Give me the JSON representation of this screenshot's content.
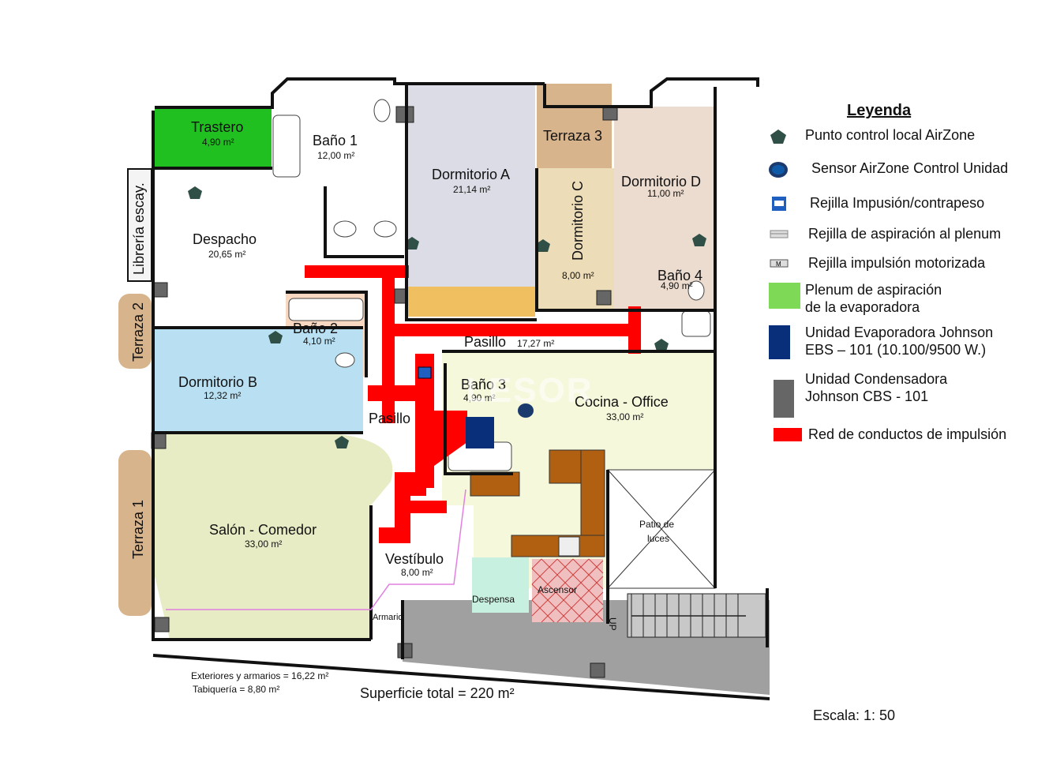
{
  "legend": {
    "title": "Leyenda",
    "items": [
      {
        "label": "Punto control local AirZone",
        "symbol": "pentagon-icon",
        "color": "#2f4f47"
      },
      {
        "label": "Sensor AirZone Control Unidad",
        "symbol": "sensor-icon",
        "color": "#1a3a6e"
      },
      {
        "label": "Rejilla Impusión/contrapeso",
        "symbol": "grille-impulsion-icon",
        "color": "#1f5fbf"
      },
      {
        "label": "Rejilla de aspiración al plenum",
        "symbol": "grille-aspiration-icon",
        "color": "#999999"
      },
      {
        "label": "Rejilla impulsión motorizada",
        "symbol": "grille-motor-icon",
        "color": "#666666"
      },
      {
        "label": "Plenum de aspiración\nde la evaporadora",
        "symbol": "green-swatch",
        "color": "#7ed957"
      },
      {
        "label": "Unidad Evaporadora Johnson\nEBS – 101 (10.100/9500 W.)",
        "symbol": "navy-swatch",
        "color": "#0a2f7a"
      },
      {
        "label": "Unidad Condensadora\nJohnson CBS - 101",
        "symbol": "grey-swatch",
        "color": "#666666"
      },
      {
        "label": "Red de conductos de impulsión",
        "symbol": "red-swatch",
        "color": "#ff0000"
      }
    ]
  },
  "rooms": {
    "trastero": {
      "name": "Trastero",
      "area": "4,90 m²"
    },
    "bano1": {
      "name": "Baño 1",
      "area": "12,00 m²"
    },
    "dormA": {
      "name": "Dormitorio A",
      "area": "21,14 m²"
    },
    "terraza3": {
      "name": "Terraza 3"
    },
    "dormD": {
      "name": "Dormitorio D",
      "area": "11,00 m²"
    },
    "dormC": {
      "name": "Dormitorio C",
      "area": "8,00 m²"
    },
    "libreria": {
      "name": "Librería escay."
    },
    "despacho": {
      "name": "Despacho",
      "area": "20,65 m²"
    },
    "bano4": {
      "name": "Baño 4",
      "area": "4,90 m²"
    },
    "terraza2": {
      "name": "Terraza 2"
    },
    "bano2": {
      "name": "Baño 2",
      "area": "4,10 m²"
    },
    "pasillo1": {
      "name": "Pasillo",
      "area": "17,27 m²"
    },
    "dormB": {
      "name": "Dormitorio B",
      "area": "12,32 m²"
    },
    "bano3": {
      "name": "Baño 3",
      "area": "4,90 m²"
    },
    "cocina": {
      "name": "Cocina - Office",
      "area": "33,00 m²"
    },
    "pasillo2": {
      "name": "Pasillo"
    },
    "terraza1": {
      "name": "Terraza 1"
    },
    "salon": {
      "name": "Salón - Comedor",
      "area": "33,00 m²"
    },
    "patio1": {
      "name": "Patio de"
    },
    "patio2": {
      "name": "luces"
    },
    "vestibulo": {
      "name": "Vestíbulo",
      "area": "8,00 m²"
    },
    "despensa": {
      "name": "Despensa"
    },
    "ascensor": {
      "name": "Ascensor"
    },
    "armario": {
      "name": "Armario"
    },
    "up": {
      "name": "UP"
    }
  },
  "notes": {
    "exteriores": "Exteriores y armarios = 16,22 m²",
    "tabiqueria": "Tabiquería = 8,80 m²",
    "superficie": "Superficie total = 220 m²",
    "escala": "Escala: 1: 50"
  },
  "colors": {
    "trastero": "#20c020",
    "dormA": "#dcdce6",
    "dormC": "#ecdcb8",
    "dormD": "#ecdcd0",
    "dormB": "#b8e0f2",
    "bano2": "#f8d8c0",
    "salon": "#e8ecc4",
    "cocina": "#f6f8dc",
    "terraza": "#d8b48c",
    "duct": "#ff0000",
    "garage": "#a0a0a0",
    "ascensor": "#f0c0c0"
  }
}
